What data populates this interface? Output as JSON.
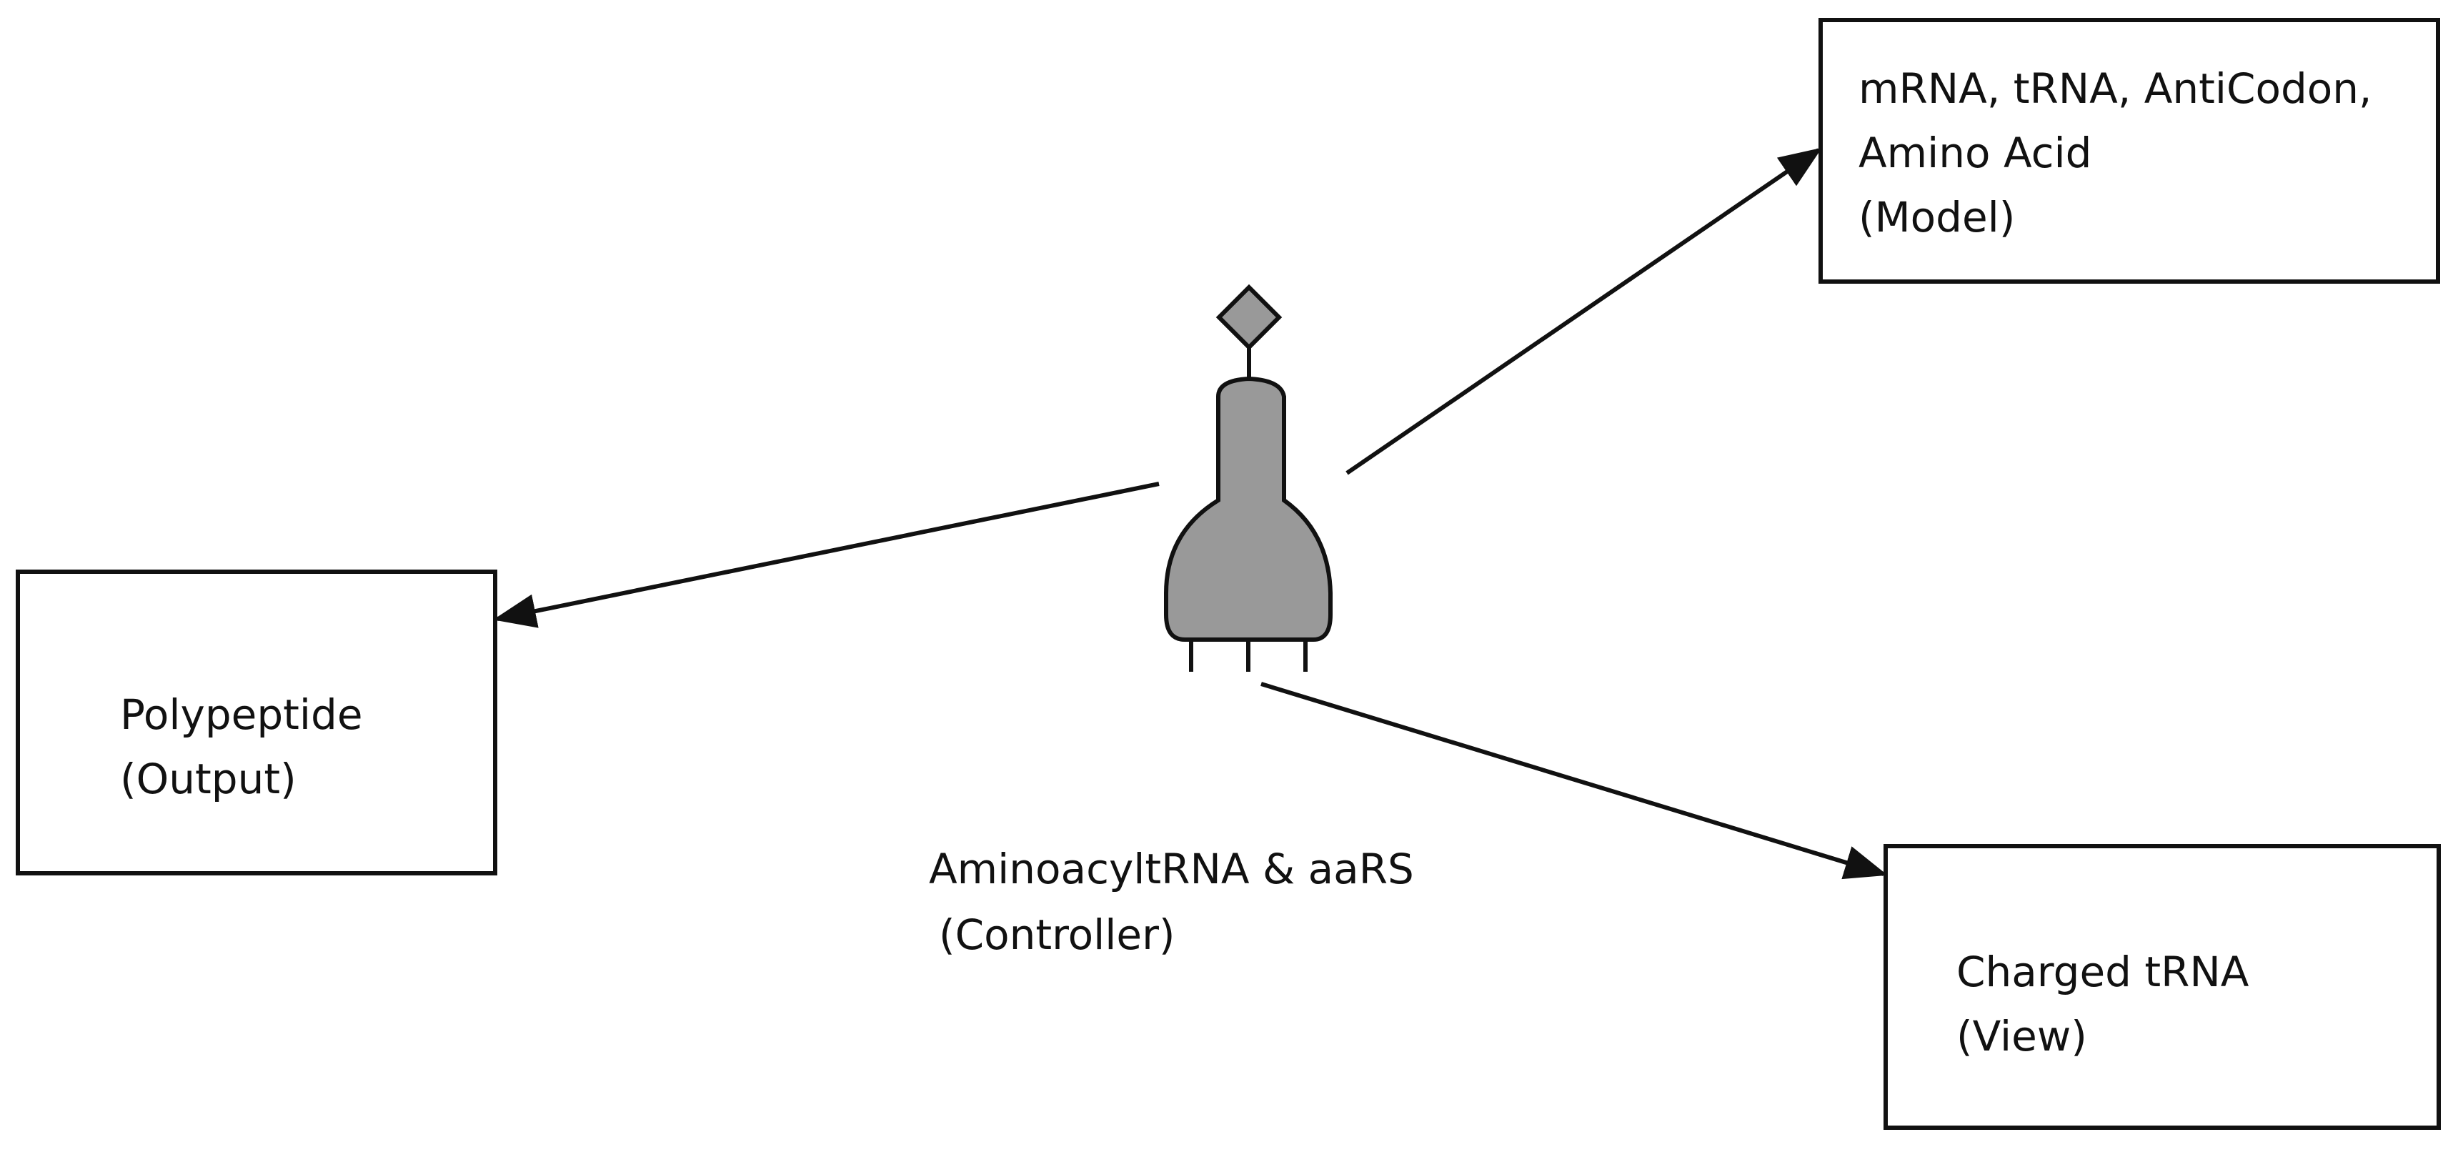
{
  "boxes": {
    "model": {
      "line1": "mRNA, tRNA, AntiCodon,",
      "line2": "Amino Acid",
      "line3": "(Model)"
    },
    "output": {
      "line1": "Polypeptide",
      "line2": "(Output)"
    },
    "view": {
      "line1": "Charged tRNA",
      "line2": "(View)"
    }
  },
  "controller": {
    "line1": "AminoacyltRNA & aaRS",
    "line2": "(Controller)"
  },
  "icons": {
    "center": "trna-molecule-icon"
  },
  "colors": {
    "stroke": "#111111",
    "molecule_fill": "#999999",
    "background": "#ffffff"
  }
}
